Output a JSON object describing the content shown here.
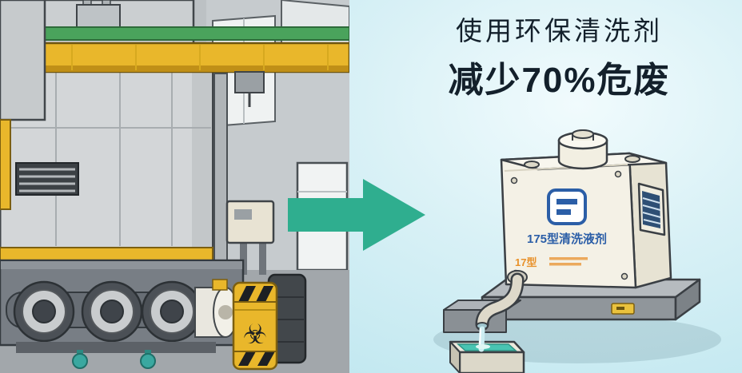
{
  "headline": {
    "line1": "使用环保清洗剂",
    "line2": "减少70%危废"
  },
  "machine": {
    "brand_label": "175型清洗液剂",
    "model_label": "17型"
  },
  "icons": {
    "biohazard": "☣"
  },
  "colors": {
    "arrow_teal": "#2fae8f",
    "right_background": "#cdecf3",
    "safety_yellow": "#e9b72b",
    "logo_blue": "#2b5ea7",
    "label_orange": "#e8912a",
    "liquid_teal": "#49c4b2",
    "headline_ink": "#13202b"
  }
}
